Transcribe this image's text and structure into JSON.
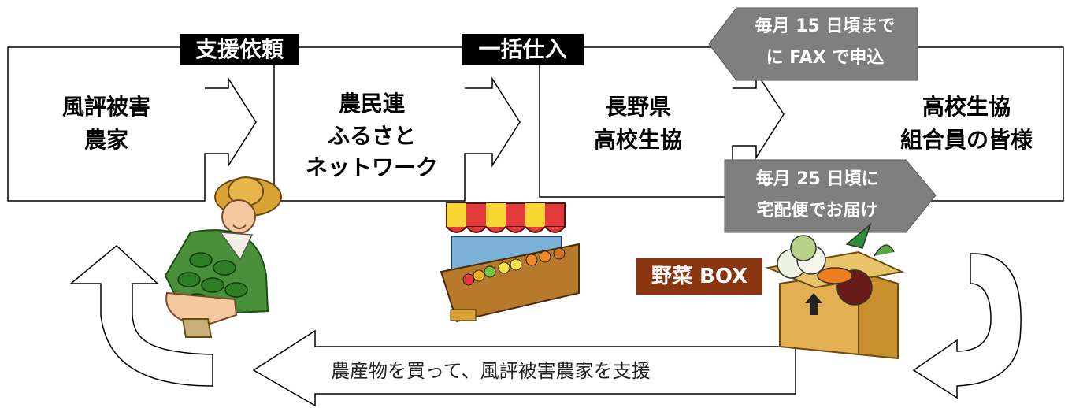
{
  "nodes": {
    "farmer": [
      "風評被害",
      "農家"
    ],
    "network": [
      "農民連",
      "ふるさと",
      "ネットワーク"
    ],
    "coop": [
      "長野県",
      "高校生協"
    ],
    "members": [
      "高校生協",
      "組合員の皆様"
    ]
  },
  "tags": {
    "support_request": "支援依頼",
    "bulk_purchase": "一括仕入"
  },
  "badges": {
    "order_deadline": [
      "毎月 15 日頃まで",
      "に FAX で申込"
    ],
    "delivery": [
      "毎月 25 日頃に",
      "宅配便でお届け"
    ]
  },
  "vegetable_box": "野菜 BOX",
  "return_flow": "農産物を買って、風評被害農家を支援",
  "colors": {
    "badge": "#7f7f7f",
    "box_tag": "#8a3510",
    "tag": "#000000"
  }
}
